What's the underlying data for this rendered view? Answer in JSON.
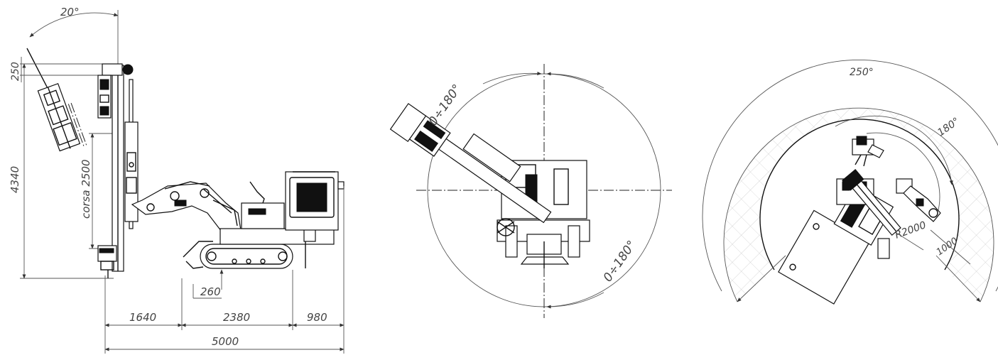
{
  "side_view": {
    "dims": {
      "tilt_angle": "20°",
      "top_offset": "250",
      "total_height": "4340",
      "stroke": "corsa 2500",
      "ground_clearance": "260",
      "front_length": "1640",
      "track_length": "2380",
      "rear_length": "980",
      "total_length": "5000"
    }
  },
  "top_view": {
    "dims": {
      "rotation_left": "0÷180°",
      "rotation_right": "0÷180°"
    }
  },
  "coverage_view": {
    "dims": {
      "outer_arc": "250°",
      "inner_arc": "180°",
      "radius": "R2000",
      "offset": "1000"
    }
  },
  "colors": {
    "line": "#111111",
    "dimension": "#555555",
    "hatch": "#bbbbbb"
  }
}
